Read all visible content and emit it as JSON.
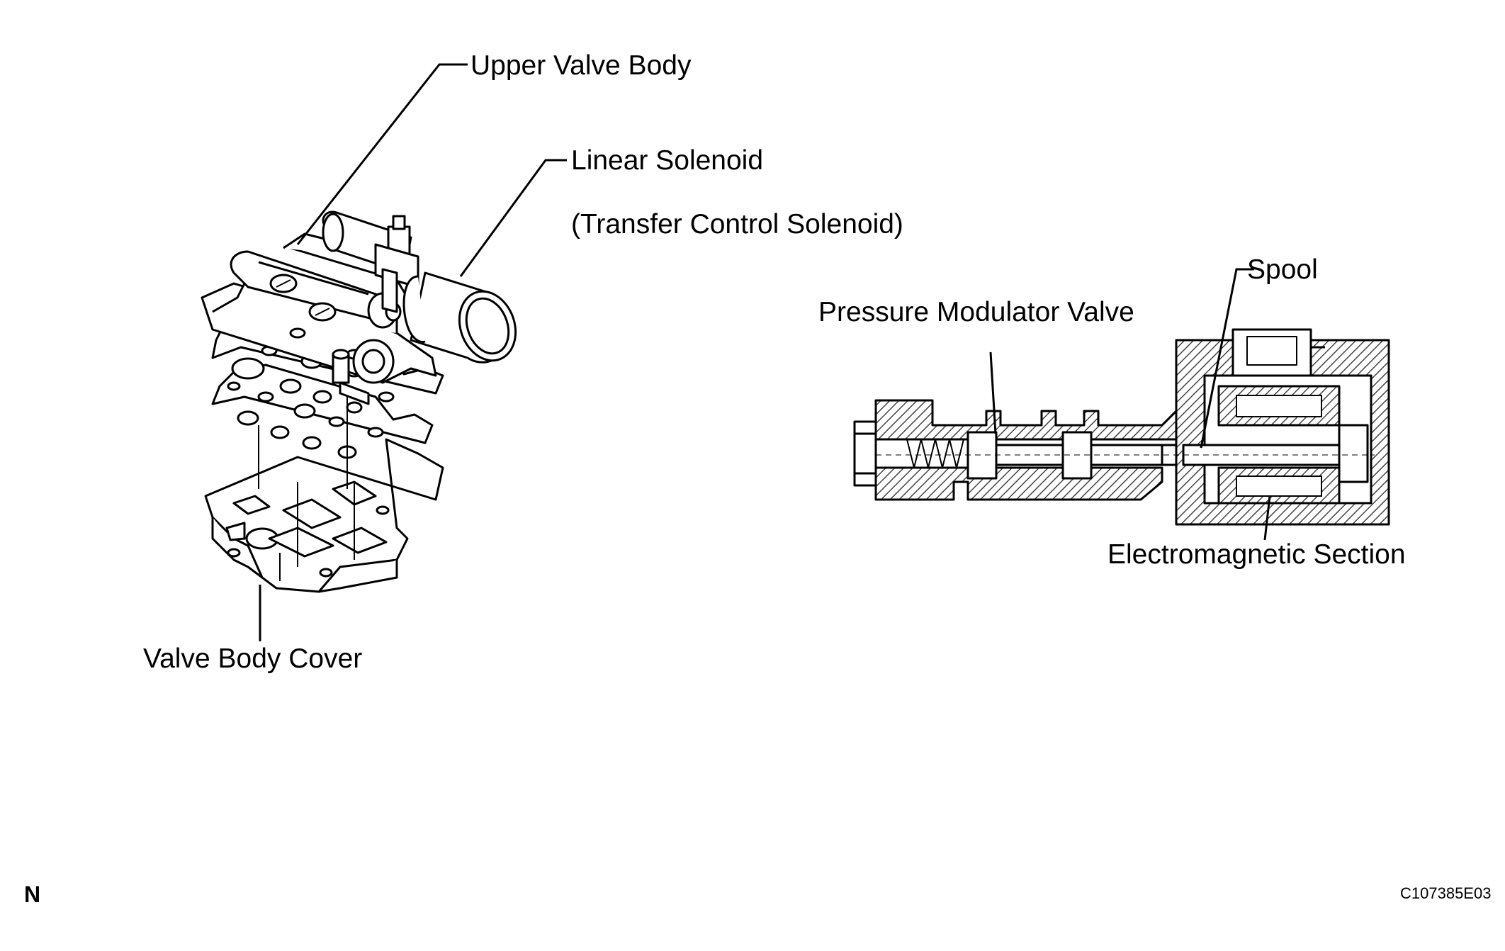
{
  "labels": {
    "upper_valve_body": "Upper Valve Body",
    "linear_solenoid": "Linear Solenoid",
    "transfer_control_solenoid": "(Transfer Control Solenoid)",
    "valve_body_cover": "Valve Body Cover",
    "spool": "Spool",
    "pressure_modulator_valve": "Pressure Modulator Valve",
    "electromagnetic_section": "Electromagnetic Section"
  },
  "corner": {
    "left": "N",
    "right": "C107385E03"
  },
  "colors": {
    "ink": "#000000",
    "background": "#ffffff",
    "hatch": "#555555"
  }
}
